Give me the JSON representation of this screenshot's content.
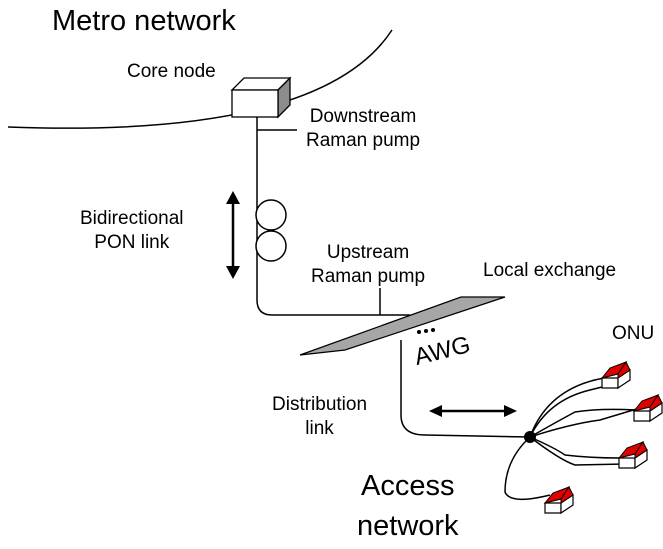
{
  "diagram": {
    "metro_title": "Metro network",
    "core_node": "Core node",
    "downstream_pump": [
      "Downstream",
      "Raman pump"
    ],
    "bidirectional_link": [
      "Bidirectional",
      "PON link"
    ],
    "upstream_pump": [
      "Upstream",
      "Raman pump"
    ],
    "local_exchange": "Local exchange",
    "awg": "AWG",
    "onu": "ONU",
    "distribution_link": [
      "Distribution",
      "link"
    ],
    "access_title": [
      "Access",
      "network"
    ],
    "colors": {
      "stroke": "#000000",
      "panel": "#a6a6a6",
      "roof": "#e00000",
      "box": "#ffffff",
      "box_shade": "#8c8c8c"
    }
  }
}
